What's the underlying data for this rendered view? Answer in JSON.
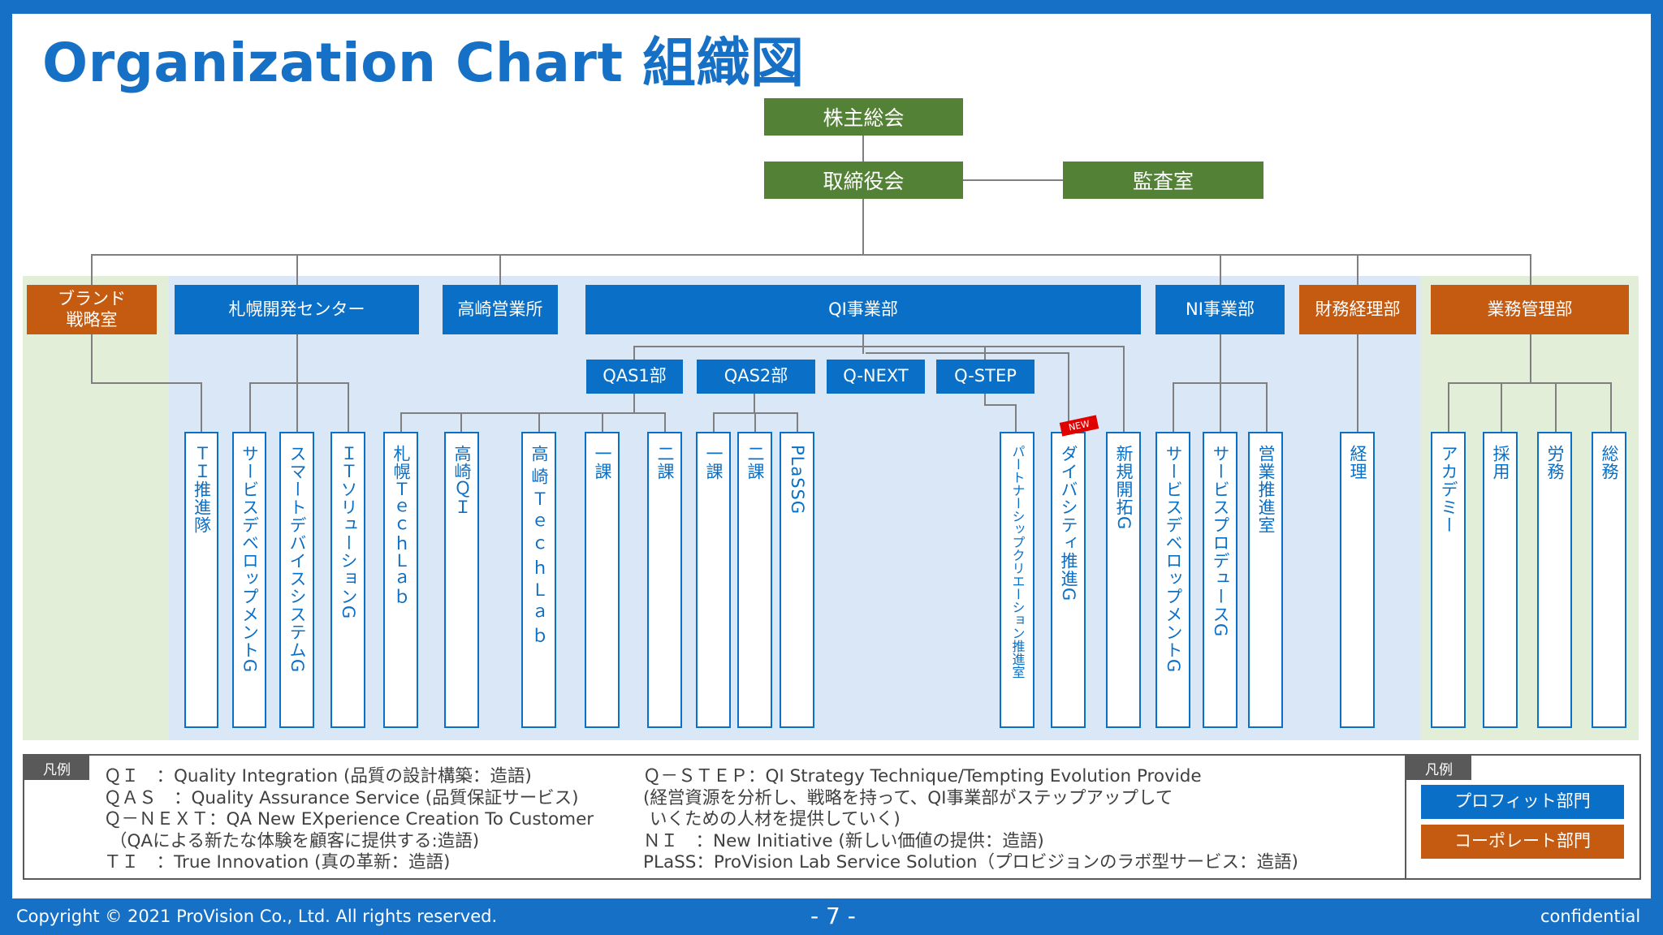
{
  "title": "Organization Chart 組織図",
  "top": {
    "shareholders": "株主総会",
    "board": "取締役会",
    "audit": "監査室"
  },
  "departments": {
    "brand": "ブランド\n戦略室",
    "sapporo": "札幌開発センター",
    "takasaki": "高崎営業所",
    "qi": "QI事業部",
    "ni": "NI事業部",
    "finance": "財務経理部",
    "admin": "業務管理部"
  },
  "sub_departments": {
    "qas1": "QAS1部",
    "qas2": "QAS2部",
    "qnext": "Q-NEXT",
    "qstep": "Q-STEP"
  },
  "units": {
    "ti": "ＴＩ推進隊",
    "service_dev": "サービスデベロップメントG",
    "smart_device": "スマートデバイスシステムG",
    "it_solution": "ＩＴソリューションG",
    "sapporo_techlab": "札幌ＴｅｃｈＬａｂ",
    "takasaki_qi": "高崎ＱＩ",
    "takasaki_techlab": "高崎ＴｅｃｈＬａｂ",
    "qas1_ka1": "一課",
    "qas1_ka2": "二課",
    "qas2_ka1": "一課",
    "qas2_ka2": "二課",
    "plass": "PLaSSG",
    "partnership": "パートナーシップクリエーション推進室",
    "diversity": "ダイバシティ推進G",
    "new_biz": "新規開拓G",
    "ni_service_dev": "サービスデベロップメントG",
    "ni_service_produce": "サービスプロデュースG",
    "sales_promo": "営業推進室",
    "accounting": "経理",
    "academy": "アカデミー",
    "recruit": "採用",
    "labor": "労務",
    "general": "総務"
  },
  "new_badge": "NEW",
  "legend": {
    "tag": "凡例",
    "left_lines": [
      "ＱＩ　：Quality Integration (品質の設計構築：造語)",
      "ＱＡＳ　：Quality Assurance Service (品質保証サービス)",
      "Ｑ－ＮＥＸＴ：QA New EXperience Creation To Customer",
      "（QAによる新たな体験を顧客に提供する:造語)",
      "ＴＩ　：True Innovation (真の革新：造語)"
    ],
    "right_lines": [
      "Ｑ－ＳＴＥＰ：QI Strategy Technique/Tempting Evolution Provide",
      "(経営資源を分析し、戦略を持って、QI事業部がステップアップして",
      "いくための人材を提供していく)",
      "ＮＩ　：New Initiative (新しい価値の提供：造語)",
      "PLaSS：ProVision Lab Service Solution（プロビジョンのラボ型サービス：造語)"
    ]
  },
  "legend_box": {
    "tag": "凡例",
    "profit": "プロフィット部門",
    "corporate": "コーポレート部門"
  },
  "colors": {
    "frame": "#1670c6",
    "profit": "#0a6fc6",
    "corporate": "#c55a11",
    "governance": "#538135"
  },
  "footer": {
    "copyright": "Copyright © 2021 ProVision Co., Ltd. All rights reserved.",
    "page": "- 7 -",
    "confidential": "confidential"
  }
}
